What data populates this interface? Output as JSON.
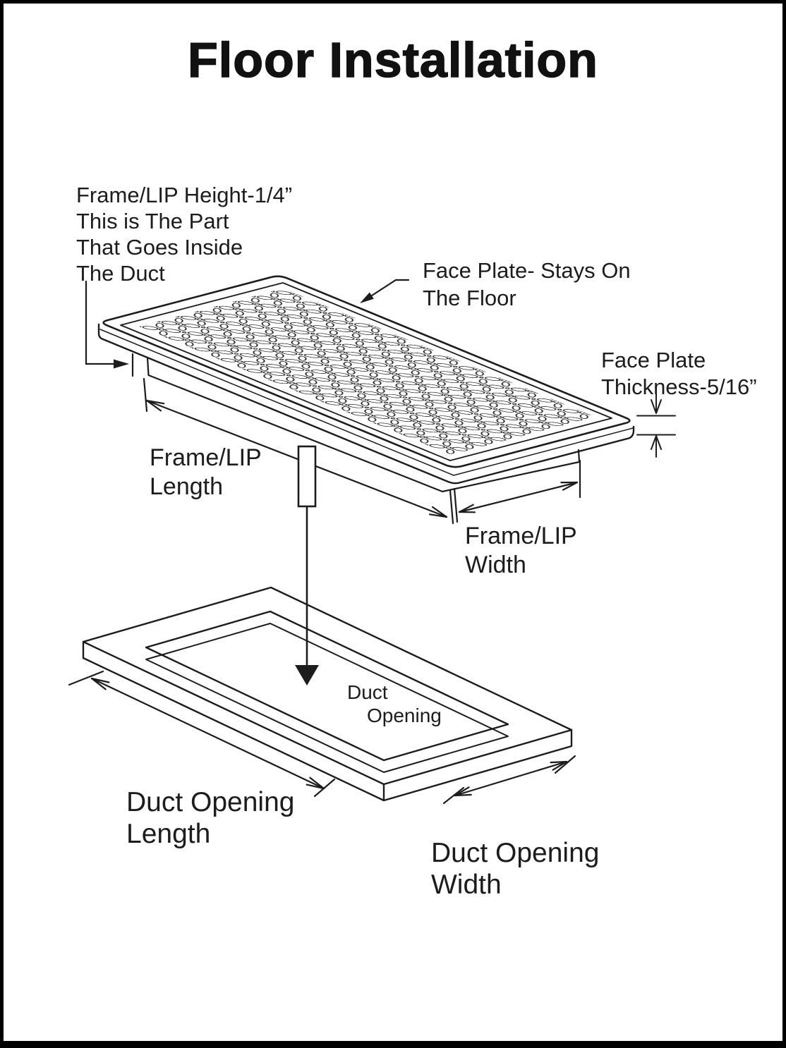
{
  "title": "Floor Installation",
  "colors": {
    "ink": "#1c1c1c",
    "background": "#ffffff",
    "border": "#000000"
  },
  "labels": {
    "frame_lip_height": {
      "lines": [
        "Frame/LIP Height-1/4”",
        "This is The Part",
        "That Goes Inside",
        "The Duct"
      ]
    },
    "face_plate": {
      "lines": [
        "Face Plate- Stays On",
        "The Floor"
      ]
    },
    "face_plate_thickness": {
      "lines": [
        "Face Plate",
        "Thickness-5/16”"
      ]
    },
    "frame_lip_length": {
      "lines": [
        "Frame/LIP",
        "Length"
      ]
    },
    "frame_lip_width": {
      "lines": [
        "Frame/LIP",
        "Width"
      ]
    },
    "duct_opening": {
      "lines": [
        "Duct",
        "Opening"
      ]
    },
    "duct_opening_length": {
      "lines": [
        "Duct Opening",
        "Length"
      ]
    },
    "duct_opening_width": {
      "lines": [
        "Duct Opening",
        "Width"
      ]
    }
  },
  "diagram": {
    "parts": [
      "face-plate",
      "frame-lip",
      "duct-opening-frame"
    ],
    "measurements": {
      "frame_lip_height": "1/4”",
      "face_plate_thickness": "5/16”"
    }
  }
}
